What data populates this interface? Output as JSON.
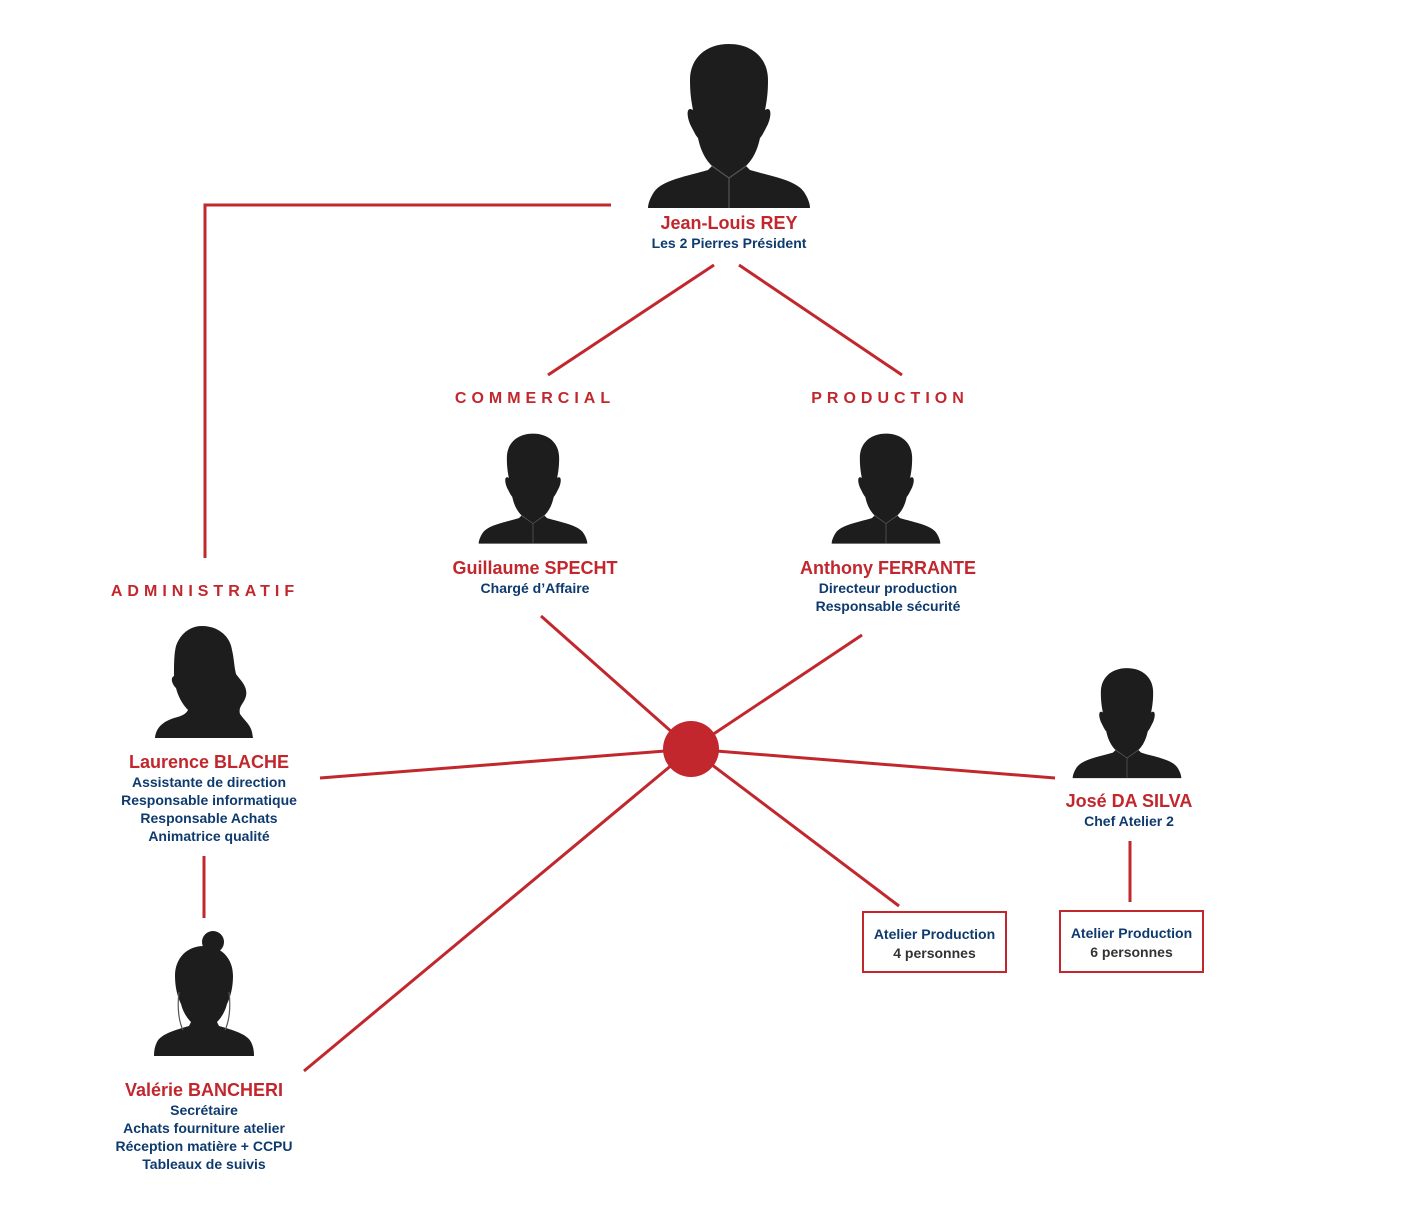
{
  "people": {
    "president": {
      "name": "Jean-Louis REY",
      "roles": [
        "Les 2 Pierres Président"
      ]
    },
    "commercial": {
      "name": "Guillaume SPECHT",
      "roles": [
        "Chargé d’Affaire"
      ]
    },
    "production": {
      "name": "Anthony FERRANTE",
      "roles": [
        "Directeur production",
        "Responsable sécurité"
      ]
    },
    "assistant": {
      "name": "Laurence BLACHE",
      "roles": [
        "Assistante de direction",
        "Responsable informatique",
        "Responsable Achats",
        "Animatrice qualité"
      ]
    },
    "secretary": {
      "name": "Valérie BANCHERI",
      "roles": [
        "Secrétaire",
        "Achats fourniture atelier",
        "Réception matière + CCPU",
        "Tableaux de suivis"
      ]
    },
    "chef_atelier": {
      "name": "José DA SILVA",
      "roles": [
        "Chef Atelier 2"
      ]
    }
  },
  "departments": {
    "commercial": "COMMERCIAL",
    "production": "PRODUCTION",
    "administratif": "ADMINISTRATIF"
  },
  "boxes": {
    "atelier1": {
      "title": "Atelier Production",
      "count": "4 personnes"
    },
    "atelier2": {
      "title": "Atelier Production",
      "count": "6 personnes"
    }
  },
  "colors": {
    "accent": "#c1272d",
    "role_text": "#0e3a6e",
    "silhouette": "#1d1d1d"
  },
  "icons": {
    "male": "male-silhouette-icon",
    "female": "female-silhouette-icon",
    "hub": "hub-dot-icon"
  }
}
